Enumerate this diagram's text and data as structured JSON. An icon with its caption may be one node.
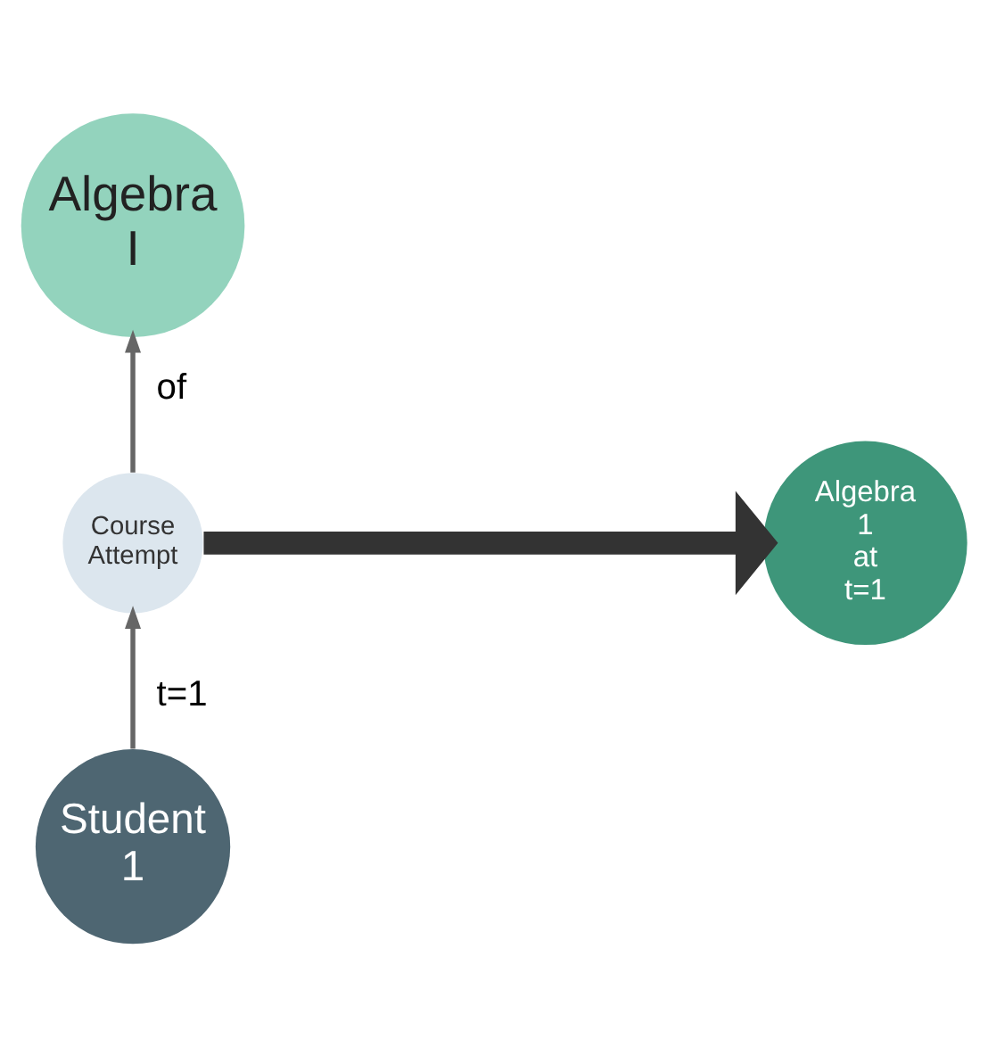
{
  "diagram": {
    "nodes": [
      {
        "text": [
          "Algebra I"
        ]
      },
      {
        "text": [
          "Course Attempt"
        ]
      },
      {
        "text": [
          "Student 1"
        ]
      },
      {
        "text": [
          "Algebra 1 at t=1"
        ]
      }
    ],
    "edges": [
      {
        "from": 1,
        "to": 0,
        "arrow": "to",
        "label": "of"
      },
      {
        "from": 2,
        "to": 1,
        "arrow": "to",
        "label": "t=1"
      },
      {
        "from": 1,
        "to": 3,
        "arrow": "to",
        "style": "thick",
        "color": "#333333"
      }
    ]
  }
}
